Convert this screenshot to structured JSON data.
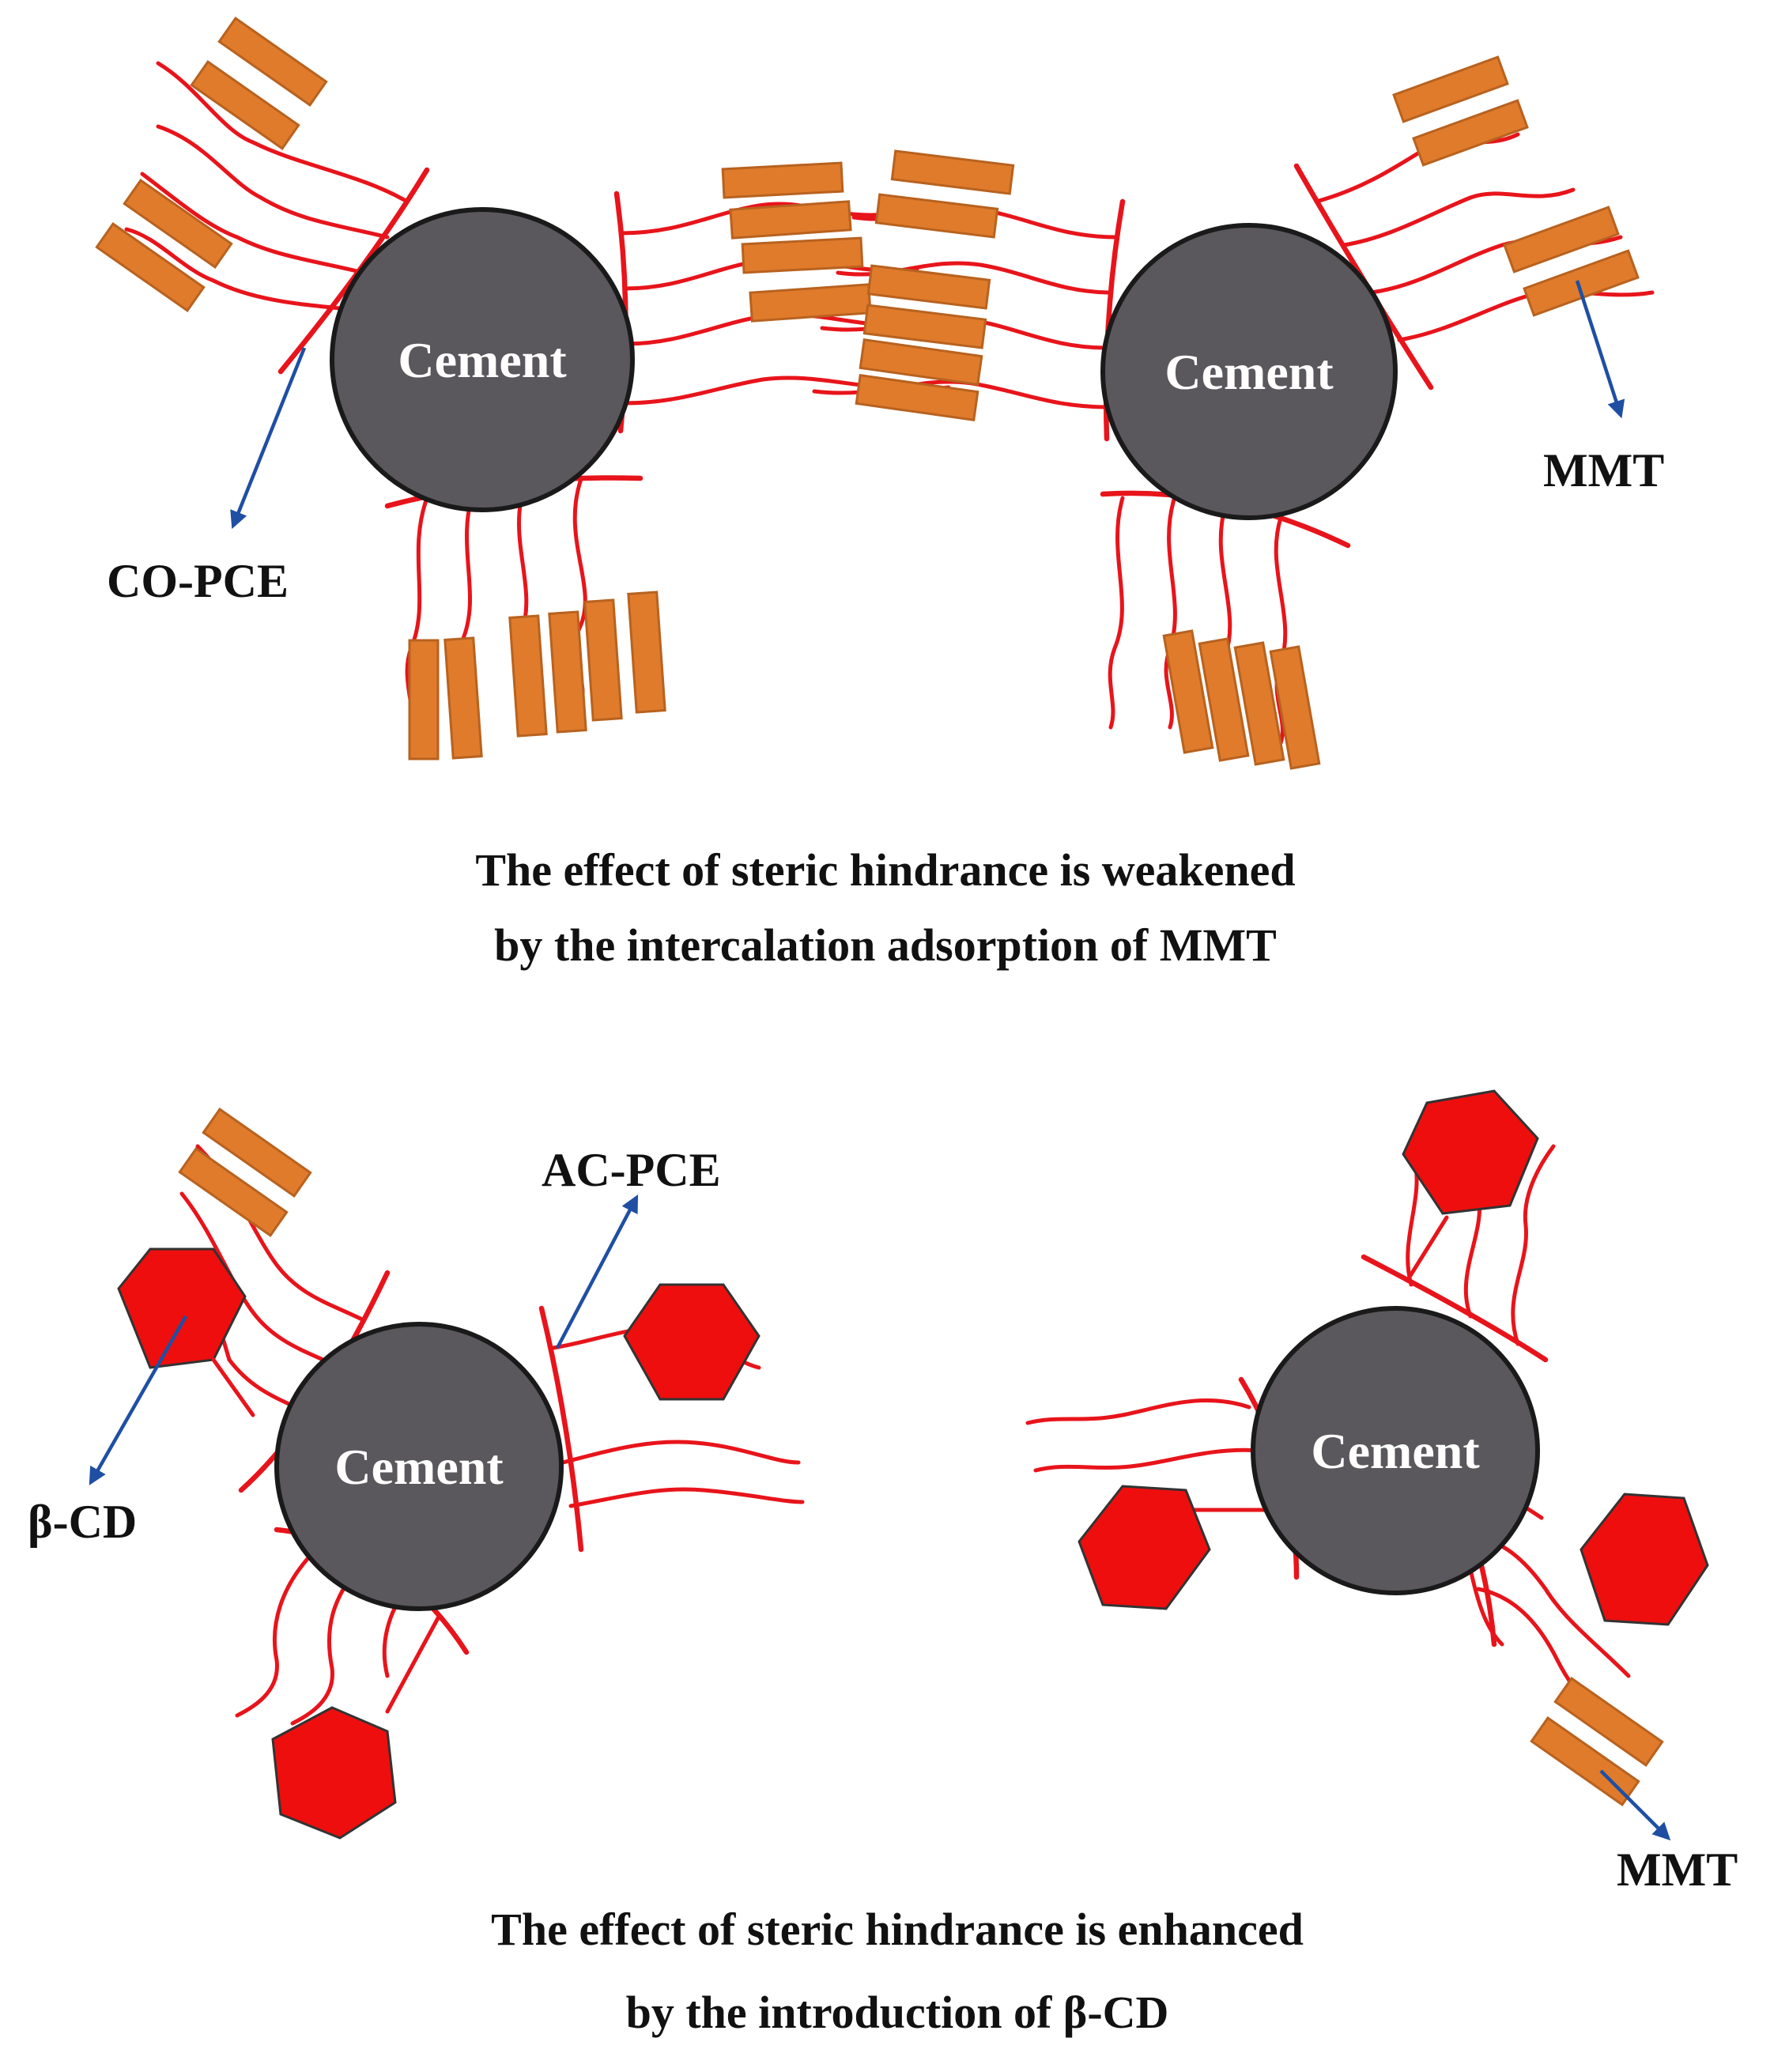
{
  "labels": {
    "cement": "Cement",
    "co_pce": "CO-PCE",
    "mmt": "MMT",
    "ac_pce": "AC-PCE",
    "beta_cd": "β-CD"
  },
  "captions": {
    "top_line1": "The effect of steric hindrance is weakened",
    "top_line2": "by the intercalation adsorption of MMT",
    "bottom_line1": "The effect of steric hindrance is enhanced",
    "bottom_line2": "by the introduction of β-CD"
  },
  "colors": {
    "polymer_chain": "#e8141b",
    "mmt_layer": "#e07b2c",
    "cement_particle": "#5a575d",
    "beta_cd": "#ee0e0e",
    "pointer_arrow": "#1f4fa3"
  }
}
